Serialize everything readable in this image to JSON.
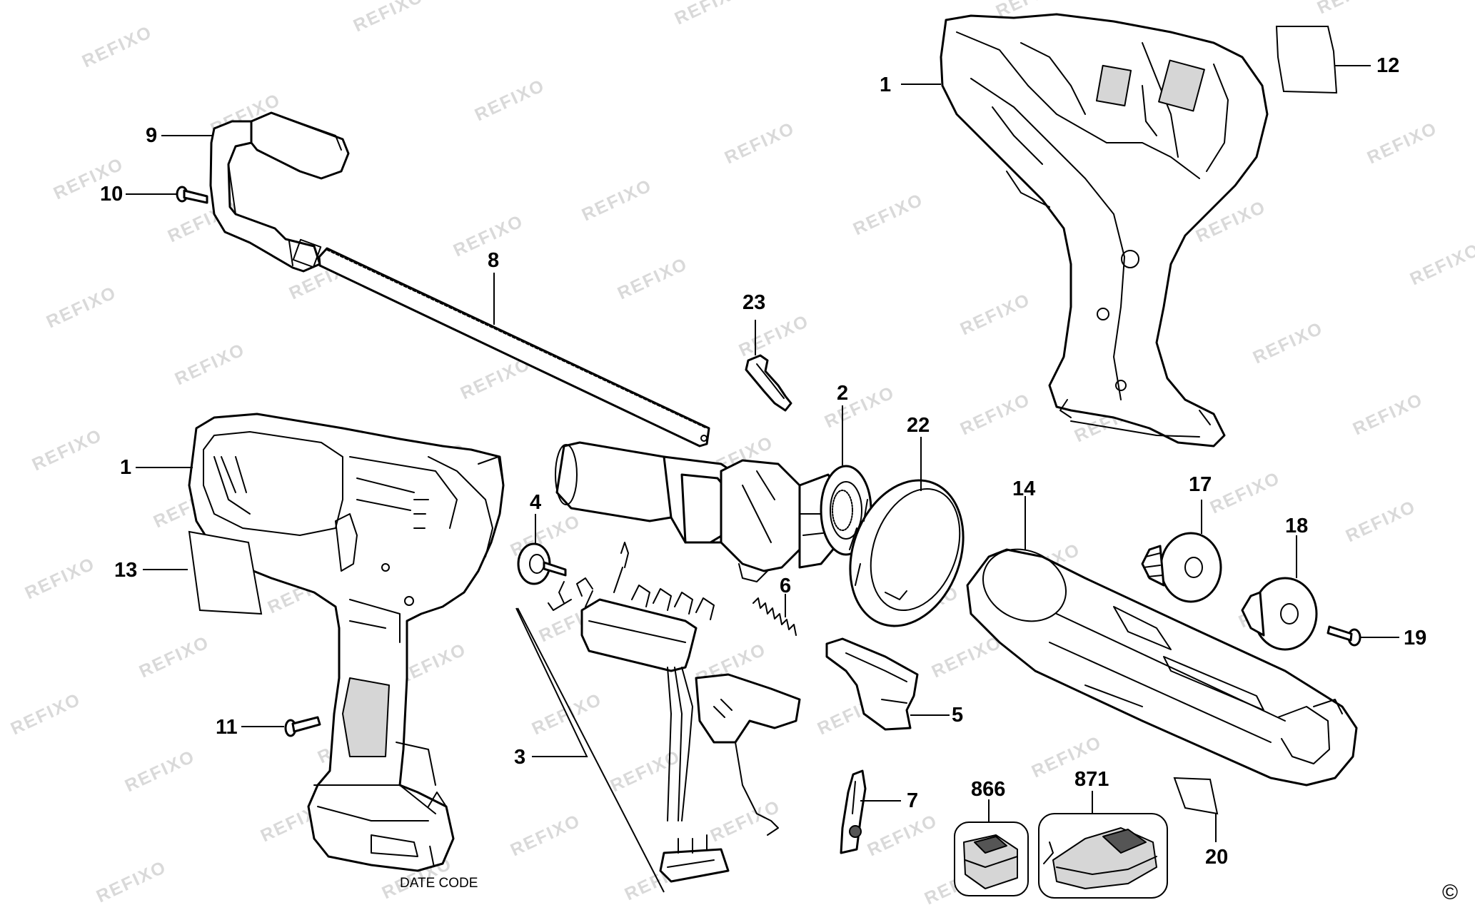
{
  "watermark": "REFIXO",
  "callouts": {
    "c1_top": "1",
    "c12": "12",
    "c9": "9",
    "c10": "10",
    "c8": "8",
    "c23": "23",
    "c2": "2",
    "c22": "22",
    "c1_left": "1",
    "c4": "4",
    "c14": "14",
    "c17": "17",
    "c18": "18",
    "c13": "13",
    "c6": "6",
    "c19": "19",
    "c5": "5",
    "c11": "11",
    "c3": "3",
    "c7": "7",
    "c866": "866",
    "c871": "871",
    "c20": "20"
  },
  "date_code_label": "DATE CODE",
  "copyright_symbol": "©"
}
